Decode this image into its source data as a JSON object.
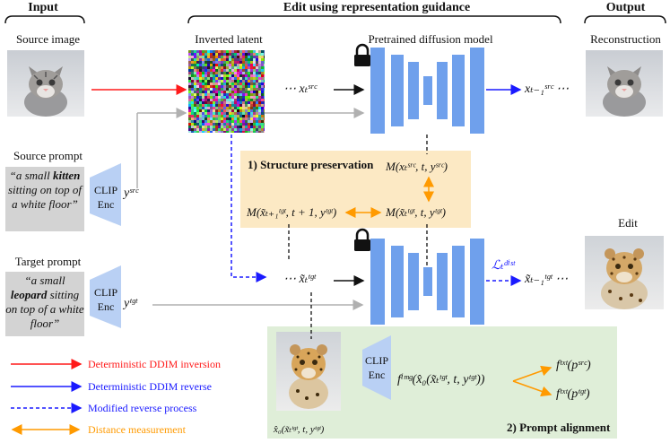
{
  "headers": {
    "input": "Input",
    "edit": "Edit using representation guidance",
    "output": "Output"
  },
  "labels": {
    "source_image": "Source image",
    "inverted_latent": "Inverted latent",
    "pretrained_model": "Pretrained diffusion model",
    "reconstruction": "Reconstruction",
    "edit": "Edit",
    "source_prompt": "Source prompt",
    "target_prompt": "Target prompt",
    "clip_enc": "CLIP Enc"
  },
  "source_prompt": {
    "before": "“a small ",
    "bold": "kitten",
    "after": " sitting on top of a white floor”"
  },
  "target_prompt": {
    "before": "“a small ",
    "bold": "leopard",
    "after": " sitting on top of a white floor”"
  },
  "math": {
    "y_src": "yˢʳᶜ",
    "y_tgt": "yᵗᵍᵗ",
    "x_t_src": "⋯ xₜˢʳᶜ",
    "x_t_tgt": "⋯ x̃ₜᵗᵍᵗ",
    "x_tm1_src": "xₜ₋₁ˢʳᶜ  ⋯",
    "x_tm1_tgt": "x̃ₜ₋₁ᵗᵍᵗ  ⋯",
    "L_dist": "ℒₜᵈⁱˢᵗ",
    "M_src": "M(xₜˢʳᶜ, t, yˢʳᶜ)",
    "M_tgt": "M(x̃ₜᵗᵍᵗ, t, yᵗᵍᵗ)",
    "M_prev": "M(x̃ₜ₊₁ᵗᵍᵗ, t + 1, yᵗᵍᵗ)",
    "f_img": "fⁱᵐᵍ(x̂₀(x̃ₜᵗᵍᵗ, t, yᵗᵍᵗ))",
    "f_txt_src": "fᵗˣᵗ(pˢʳᶜ)",
    "f_txt_tgt": "fᵗˣᵗ(pᵗᵍᵗ)",
    "x0_hat": "x̂₀(x̃ₜᵗᵍᵗ, t, yᵗᵍᵗ)"
  },
  "panels": {
    "structure": "1) Structure preservation",
    "prompt_alignment": "2) Prompt alignment"
  },
  "legend": [
    {
      "label": "Deterministic DDIM inversion",
      "color": "#ff1a1a",
      "style": "solid"
    },
    {
      "label": "Deterministic DDIM reverse",
      "color": "#1a1aff",
      "style": "solid"
    },
    {
      "label": "Modified reverse process",
      "color": "#1a1aff",
      "style": "dashed"
    },
    {
      "label": "Distance measurement",
      "color": "#ff9a00",
      "style": "double"
    }
  ],
  "colors": {
    "unet": "#6fa0ec",
    "clip": "#b9d0f4",
    "legend_red": "#ff1a1a",
    "legend_blue": "#1a1aff",
    "legend_orange": "#ff9a00",
    "gray_arrow": "#b0b0b0"
  }
}
